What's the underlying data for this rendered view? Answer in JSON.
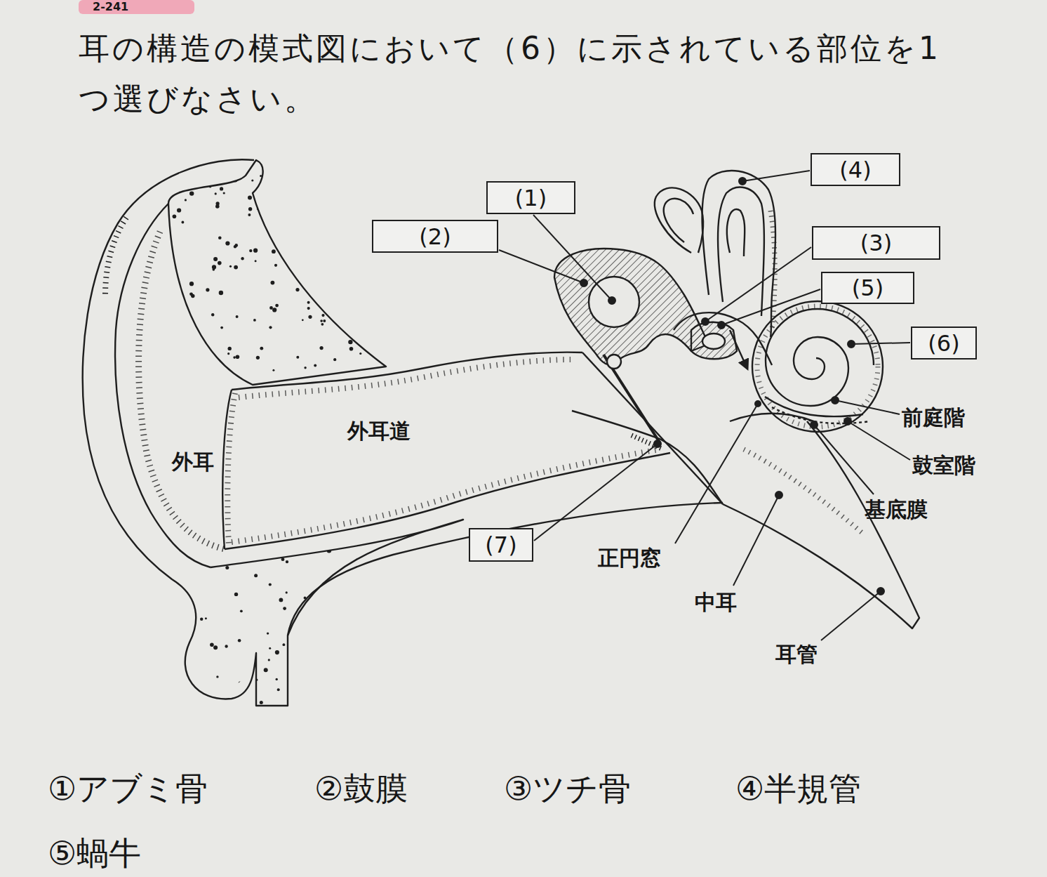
{
  "diagram": {
    "title": "耳の構造の模式図において（6）に示されている部位を1つ選びなさい。",
    "nodes": [
      {
        "text": [
          "(4)"
        ]
      },
      {
        "text": [
          "(1)"
        ]
      },
      {
        "text": [
          "(2)"
        ]
      },
      {
        "text": [
          "(3)"
        ]
      },
      {
        "text": [
          "(5)"
        ]
      },
      {
        "text": [
          "(6)"
        ]
      },
      {
        "text": [
          "(7)"
        ]
      }
    ],
    "labels": [
      "2-241",
      "外耳",
      "外耳道",
      "正円窓",
      "前庭階",
      "鼓室階",
      "基底膜",
      "中耳",
      "耳管",
      "①アブミ骨",
      "②鼓膜",
      "③ツチ骨",
      "④半規管",
      "⑤蝸牛"
    ]
  }
}
